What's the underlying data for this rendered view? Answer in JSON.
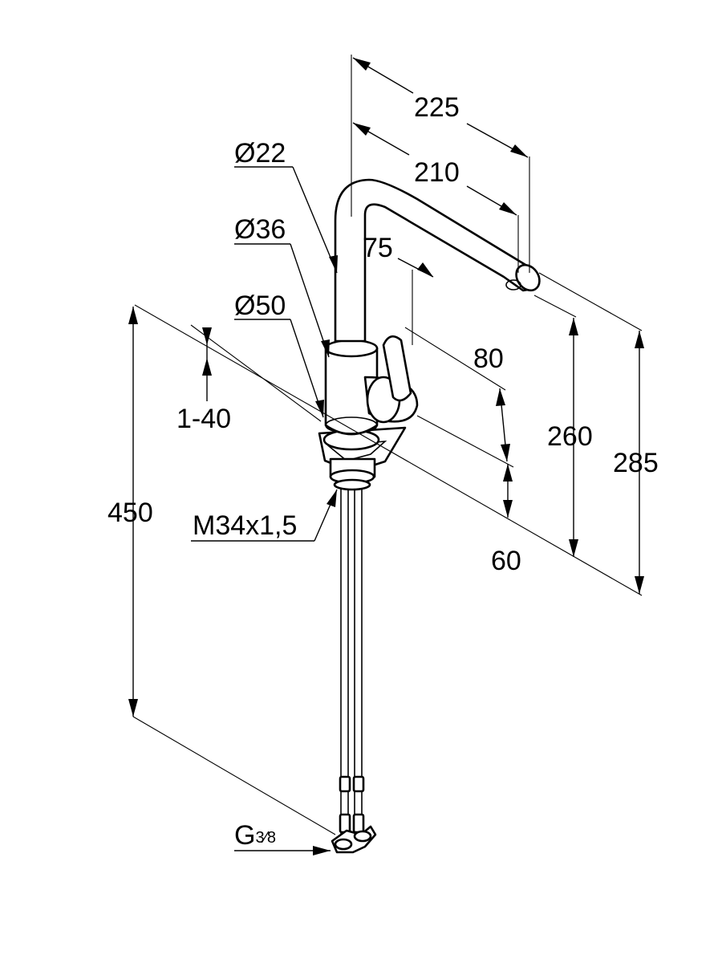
{
  "dimensions": {
    "reach_total": "225",
    "reach_spout": "210",
    "diameter_spout": "Ø22",
    "diameter_body": "Ø36",
    "diameter_base": "Ø50",
    "lever_offset": "75",
    "lever_height": "80",
    "base_height": "60",
    "outlet_height": "260",
    "total_height": "285",
    "hose_length": "450",
    "counter_thickness": "1-40",
    "mount_thread": "M34x1,5",
    "connection_thread_main": "G",
    "connection_thread_fraction": "3⁄8"
  },
  "colors": {
    "line": "#000000",
    "background": "#ffffff"
  }
}
